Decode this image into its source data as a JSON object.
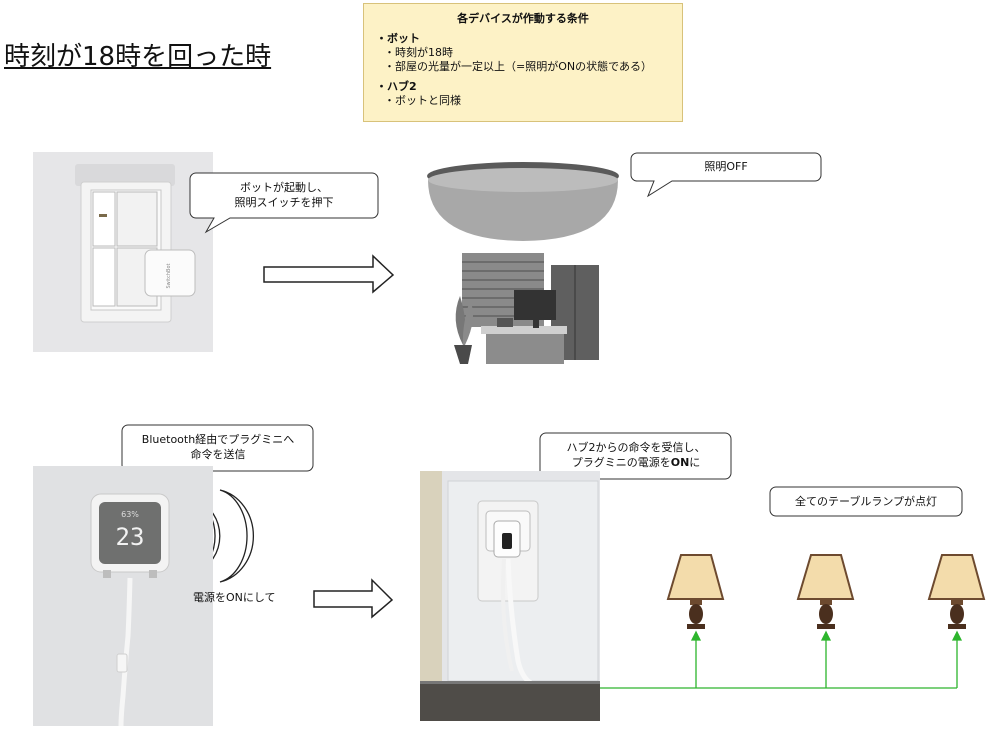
{
  "title": "時刻が18時を回った時",
  "conditions": {
    "heading": "各デバイスが作動する条件",
    "bot": {
      "label": "・ボット",
      "items": [
        "・時刻が18時",
        "・部屋の光量が一定以上（=照明がONの状態である）"
      ]
    },
    "hub": {
      "label": "・ハブ2",
      "items": [
        "・ボットと同様"
      ]
    }
  },
  "bubbles": {
    "bot_press_line1": "ボットが起動し、",
    "bot_press_line2": "照明スイッチを押下",
    "light_off": "照明OFF",
    "bluetooth_line1": "Bluetooth経由でプラグミニへ",
    "bluetooth_line2": "命令を送信",
    "hub_receive_line1": "ハブ2からの命令を受信し、",
    "hub_receive_line2_a": "プラグミニの電源を",
    "hub_receive_line2_b": "ON",
    "hub_receive_line2_c": "に",
    "lamps_on": "全てのテーブルランプが点灯"
  },
  "notes": {
    "power_on": "電源をONにして"
  },
  "device": {
    "display_value": "23",
    "display_sub": "63%"
  },
  "colors": {
    "condition_bg": "#fdf2c6",
    "connector_green": "#2db52d"
  }
}
